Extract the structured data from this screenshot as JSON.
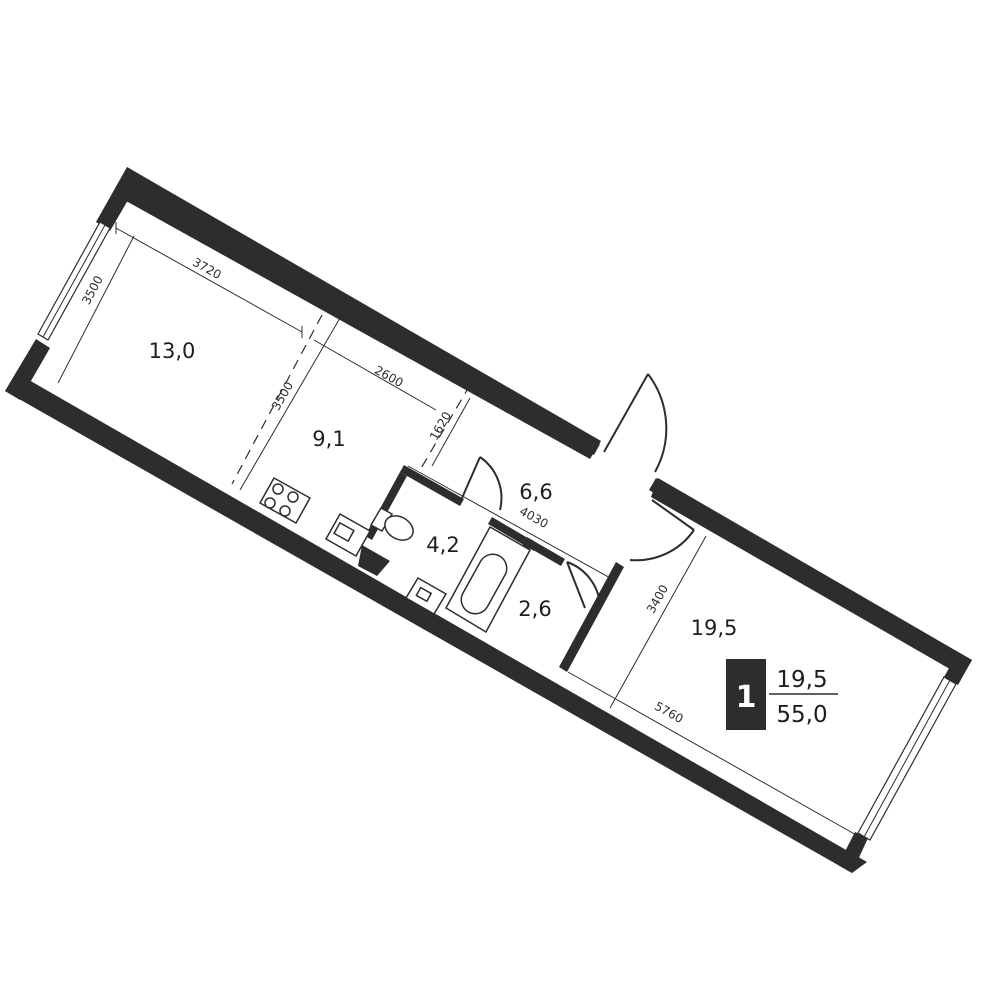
{
  "rooms": [
    {
      "id": "room-1",
      "area": "13,0"
    },
    {
      "id": "room-2",
      "area": "9,1"
    },
    {
      "id": "room-3",
      "area": "6,6"
    },
    {
      "id": "room-4",
      "area": "4,2"
    },
    {
      "id": "room-5",
      "area": "2,6"
    },
    {
      "id": "room-6",
      "area": "19,5"
    }
  ],
  "dimensions": {
    "d3720": "3720",
    "d3500_left": "3500",
    "d3500_mid": "3500",
    "d2600": "2600",
    "d1620": "1620",
    "d4030": "4030",
    "d3400": "3400",
    "d5760": "5760"
  },
  "badge": {
    "rooms_count": "1",
    "living_area": "19,5",
    "total_area": "55,0"
  },
  "colors": {
    "wall": "#2d2d2d",
    "badge_bg": "#2d2d2d",
    "background": "#ffffff"
  }
}
